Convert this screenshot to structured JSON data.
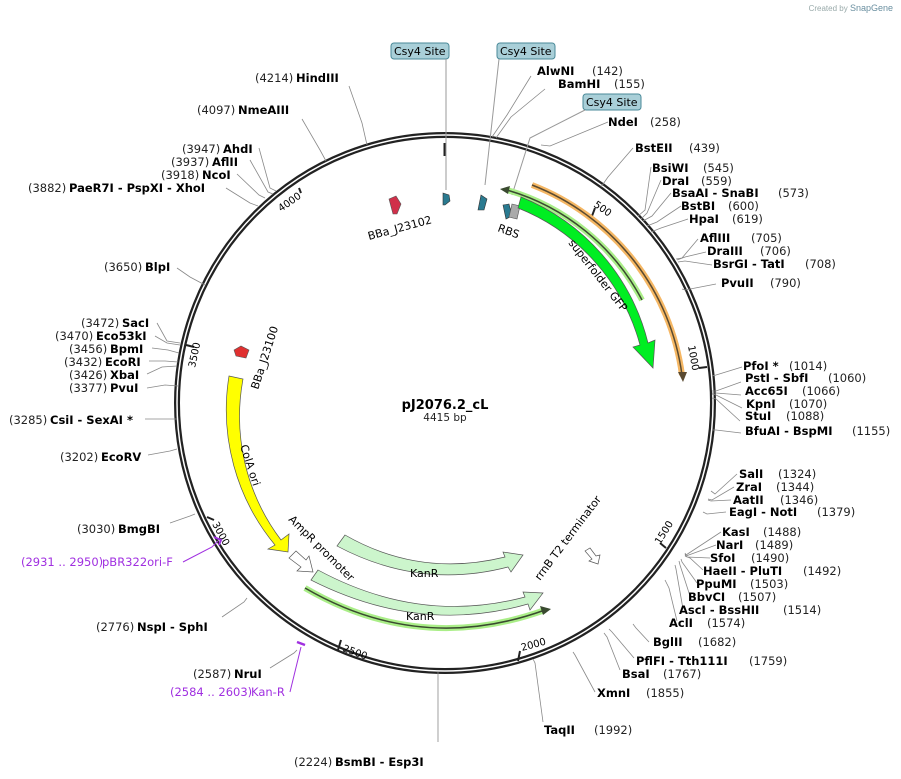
{
  "credit": {
    "prefix": "Created by",
    "brand": "SnapGene"
  },
  "plasmid": {
    "name": "pJ2076.2_cL",
    "length": "4415 bp"
  },
  "ticks": [
    "500",
    "1000",
    "1500",
    "2000",
    "2500",
    "3000",
    "3500",
    "4000"
  ],
  "tags": [
    {
      "label": "Csy4 Site"
    },
    {
      "label": "Csy4 Site"
    },
    {
      "label": "Csy4 Site"
    }
  ],
  "sites_right": [
    {
      "name": "AlwNI",
      "pos": "(142)"
    },
    {
      "name": "BamHI",
      "pos": "(155)"
    },
    {
      "name": "NdeI",
      "pos": "(258)"
    },
    {
      "name": "BstEII",
      "pos": "(439)"
    },
    {
      "name": "BsiWI",
      "pos": "(545)"
    },
    {
      "name": "DraI",
      "pos": "(559)"
    },
    {
      "name": "BsaAI  - SnaBI",
      "pos": "(573)"
    },
    {
      "name": "BstBI",
      "pos": "(600)"
    },
    {
      "name": "HpaI",
      "pos": "(619)"
    },
    {
      "name": "AflIII",
      "pos": "(705)"
    },
    {
      "name": "DraIII",
      "pos": "(706)"
    },
    {
      "name": "BsrGI  - TatI",
      "pos": "(708)"
    },
    {
      "name": "PvuII",
      "pos": "(790)"
    },
    {
      "name": "PfoI *",
      "pos": "(1014)"
    },
    {
      "name": "PstI  - SbfI",
      "pos": "(1060)"
    },
    {
      "name": "Acc65I",
      "pos": "(1066)"
    },
    {
      "name": "KpnI",
      "pos": "(1070)"
    },
    {
      "name": "StuI",
      "pos": "(1088)"
    },
    {
      "name": "BfuAI  - BspMI",
      "pos": "(1155)"
    },
    {
      "name": "SalI",
      "pos": "(1324)"
    },
    {
      "name": "ZraI",
      "pos": "(1344)"
    },
    {
      "name": "AatII",
      "pos": "(1346)"
    },
    {
      "name": "EagI  - NotI",
      "pos": "(1379)"
    },
    {
      "name": "KasI",
      "pos": "(1488)"
    },
    {
      "name": "NarI",
      "pos": "(1489)"
    },
    {
      "name": "SfoI",
      "pos": "(1490)"
    },
    {
      "name": "HaeII  - PluTI",
      "pos": "(1492)"
    },
    {
      "name": "PpuMI",
      "pos": "(1503)"
    },
    {
      "name": "BbvCI",
      "pos": "(1507)"
    },
    {
      "name": "AscI  - BssHII",
      "pos": "(1514)"
    },
    {
      "name": "AclI",
      "pos": "(1574)"
    },
    {
      "name": "BglII",
      "pos": "(1682)"
    },
    {
      "name": "PflFI  - Tth111I",
      "pos": "(1759)"
    },
    {
      "name": "BsaI",
      "pos": "(1767)"
    },
    {
      "name": "XmnI",
      "pos": "(1855)"
    },
    {
      "name": "TaqII",
      "pos": "(1992)"
    }
  ],
  "sites_left": [
    {
      "name": "BsmBI  - Esp3I",
      "pos": "(2224)"
    },
    {
      "name": "NruI",
      "pos": "(2587)"
    },
    {
      "name": "NspI  - SphI",
      "pos": "(2776)"
    },
    {
      "name": "BmgBI",
      "pos": "(3030)"
    },
    {
      "name": "EcoRV",
      "pos": "(3202)"
    },
    {
      "name": "CsiI  - SexAI *",
      "pos": "(3285)"
    },
    {
      "name": "PvuI",
      "pos": "(3377)"
    },
    {
      "name": "XbaI",
      "pos": "(3426)"
    },
    {
      "name": "EcoRI",
      "pos": "(3432)"
    },
    {
      "name": "BpmI",
      "pos": "(3456)"
    },
    {
      "name": "Eco53kI",
      "pos": "(3470)"
    },
    {
      "name": "SacI",
      "pos": "(3472)"
    },
    {
      "name": "BlpI",
      "pos": "(3650)"
    },
    {
      "name": "PaeR7I  - PspXI  - XhoI",
      "pos": "(3882)"
    },
    {
      "name": "NcoI",
      "pos": "(3918)"
    },
    {
      "name": "AflII",
      "pos": "(3937)"
    },
    {
      "name": "AhdI",
      "pos": "(3947)"
    },
    {
      "name": "NmeAIII",
      "pos": "(4097)"
    },
    {
      "name": "HindIII",
      "pos": "(4214)"
    }
  ],
  "primers": [
    {
      "range": "(2931 .. 2950)",
      "name": "pBR322ori-F"
    },
    {
      "range": "(2584 .. 2603)",
      "name": "Kan-R"
    }
  ],
  "features": {
    "gfp": "superfolder GFP",
    "rbs": "RBS",
    "j23102": "BBa_J23102",
    "j23100": "BBa_J23100",
    "cola": "ColA ori",
    "ampr_promoter": "AmpR promoter",
    "kanr1": "KanR",
    "kanr2": "KanR",
    "rrnb": "rrnB T2 terminator"
  },
  "colors": {
    "backbone": "#222222",
    "gfp": "#00ee22",
    "orf_orange": "#f5b764",
    "orf_green": "#aaee88",
    "kanr": "#ccf5cc",
    "cola": "#ffff00",
    "promoter_red": "#e03040",
    "csy4": "#2a7a90",
    "primer": "#a030e0"
  }
}
